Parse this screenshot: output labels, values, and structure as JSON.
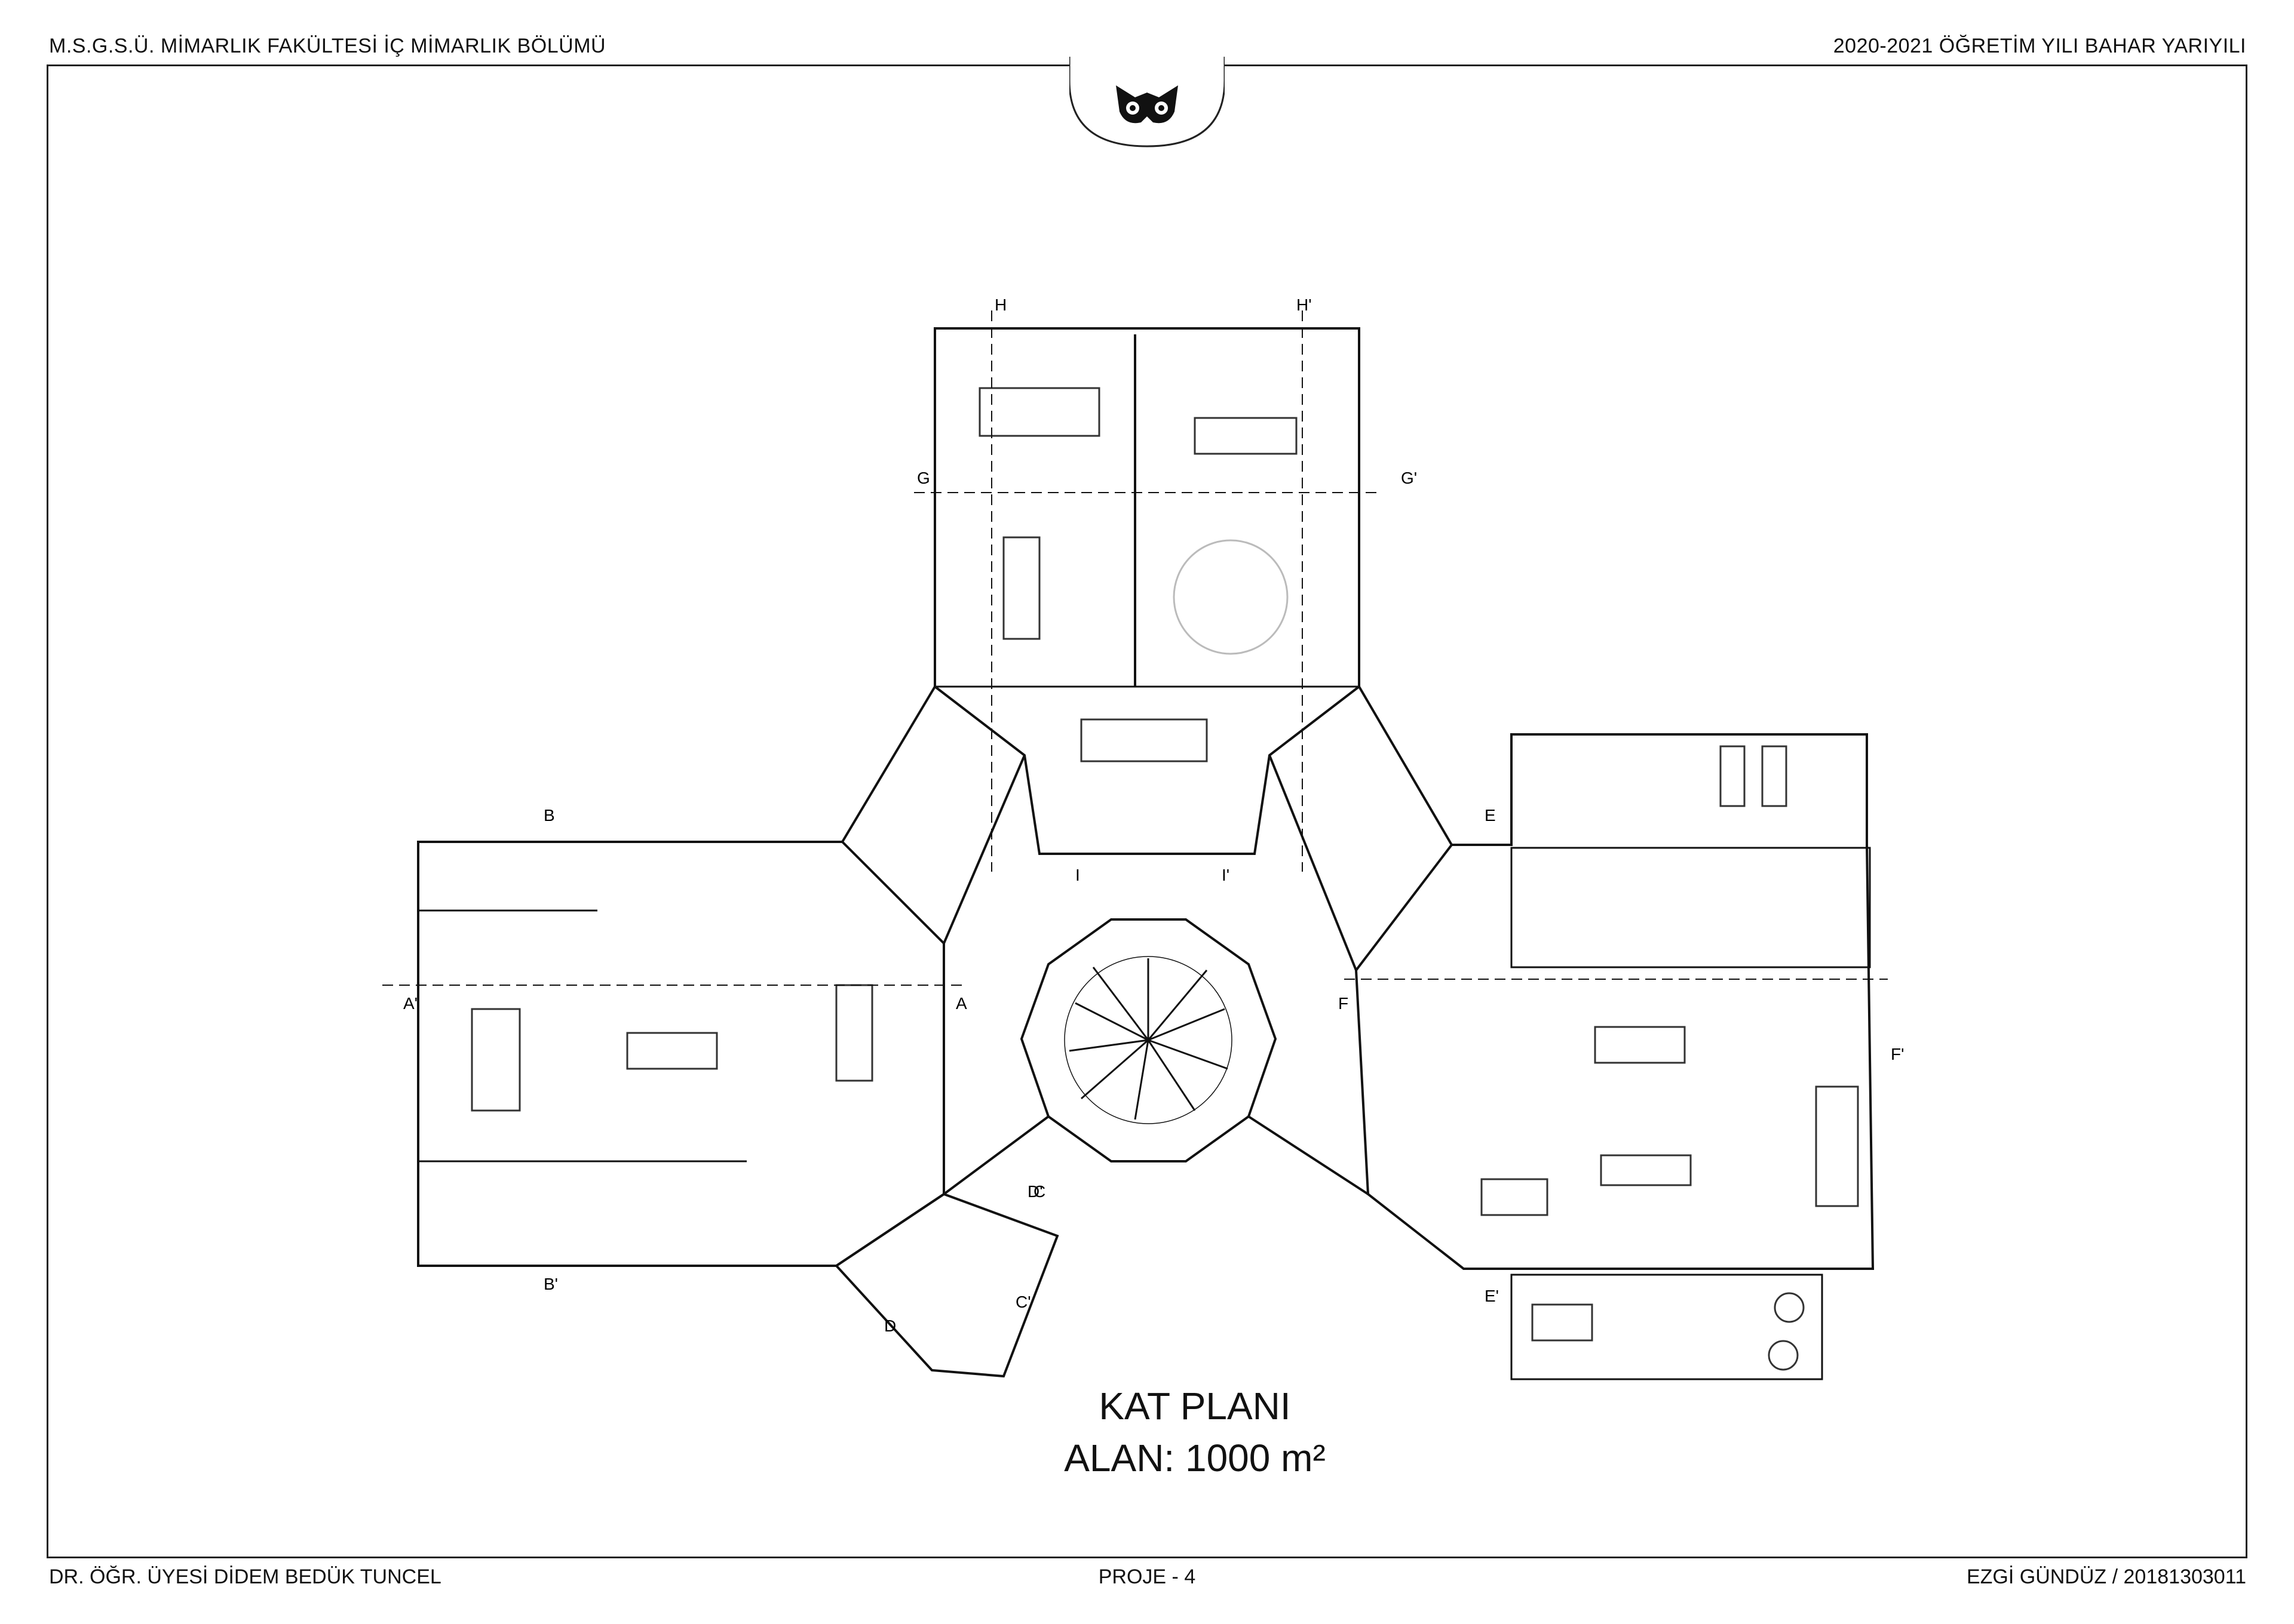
{
  "header": {
    "left": "M.S.G.S.Ü. MİMARLIK FAKÜLTESİ İÇ MİMARLIK BÖLÜMÜ",
    "right": "2020-2021 ÖĞRETİM YILI BAHAR YARIYILI"
  },
  "footer": {
    "left": "DR. ÖĞR. ÜYESİ DİDEM BEDÜK TUNCEL",
    "center": "PROJE - 4",
    "right": "EZGİ GÜNDÜZ / 20181303011"
  },
  "drawing": {
    "title": "KAT PLANI",
    "area": "ALAN: 1000 m²"
  },
  "section_markers": [
    "A",
    "A'",
    "B",
    "B'",
    "C",
    "C'",
    "D",
    "D'",
    "E",
    "E'",
    "F",
    "F'",
    "G",
    "G'",
    "H",
    "H'",
    "I",
    "I'"
  ],
  "logo": "owl-logo"
}
